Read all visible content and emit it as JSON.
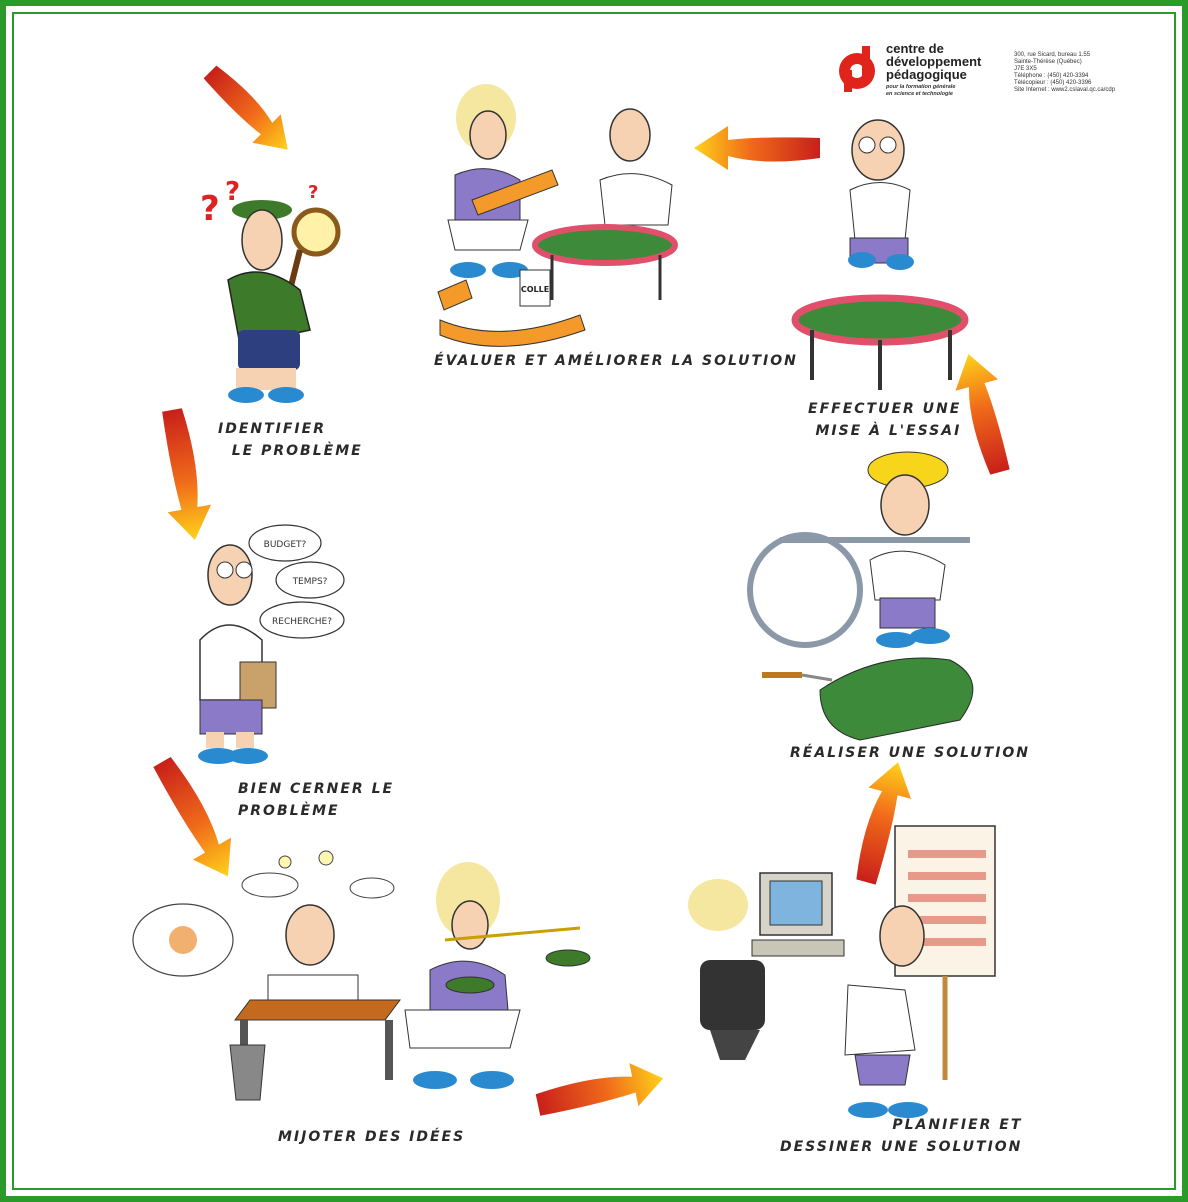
{
  "colors": {
    "border": "#2a9a2a",
    "arrow_start": "#d12a1e",
    "arrow_end": "#ffd21a",
    "logo_red": "#e0241b"
  },
  "logo": {
    "name": [
      "centre de",
      "développement",
      "pédagogique"
    ],
    "tagline": [
      "pour la formation générale",
      "en science et technologie"
    ],
    "address": [
      "300, rue Sicard, bureau 1.55",
      "Sainte-Thérèse (Québec)",
      "J7E 3X5",
      "Téléphone : (450) 420-3394",
      "Télécopieur : (450) 420-3396",
      "Site Internet : www2.cslaval.qc.ca/cdp"
    ]
  },
  "steps": [
    {
      "label": "IDENTIFIER\n  LE PROBLÈME"
    },
    {
      "label": "BIEN CERNER LE\nPROBLÈME"
    },
    {
      "label": "MIJOTER DES IDÉES"
    },
    {
      "label": "PLANIFIER ET\nDESSINER UNE SOLUTION"
    },
    {
      "label": "RÉALISER UNE SOLUTION"
    },
    {
      "label": "EFFECTUER UNE\nMISE À L'ESSAI"
    },
    {
      "label": "ÉVALUER ET AMÉLIORER LA SOLUTION"
    }
  ],
  "speech_bubbles": [
    "BUDGET?",
    "TEMPS?",
    "RECHERCHE?"
  ],
  "glue_label": "COLLE"
}
